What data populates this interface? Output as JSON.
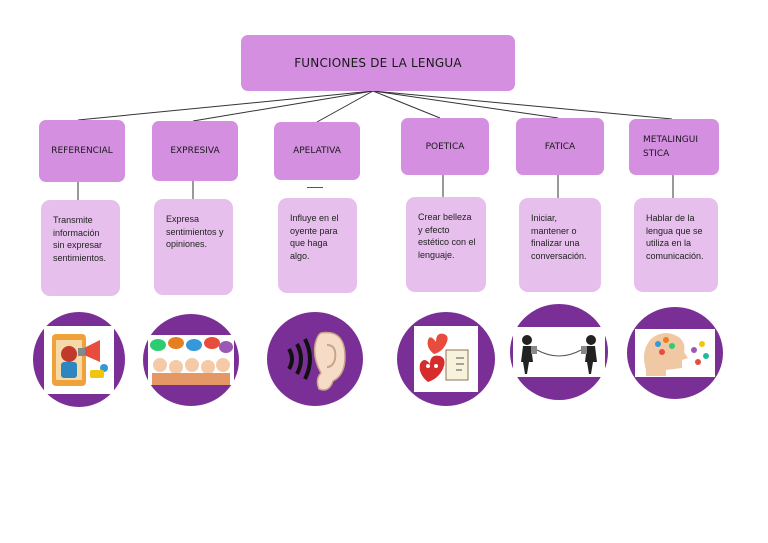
{
  "title": "FUNCIONES DE LA LENGUA",
  "functions": [
    {
      "name": "REFERENCIAL",
      "description": "Transmite información sin expresar sentimientos.",
      "icon": "megaphone-phone-icon"
    },
    {
      "name": "EXPRESIVA",
      "description": "Expresa sentimientos y opiniones.",
      "icon": "people-speech-bubbles-icon"
    },
    {
      "name": "APELATIVA",
      "description": "Influye en el oyente para que haga algo.",
      "icon": "ear-sound-icon"
    },
    {
      "name": "POETICA",
      "description": "Crear belleza y efecto estético con el lenguaje.",
      "icon": "heart-poem-icon"
    },
    {
      "name": "FATICA",
      "description": "Iniciar, mantener o finalizar una conversación.",
      "icon": "tin-can-phone-icon"
    },
    {
      "name": "METALINGUISTICA",
      "description": "Hablar de la lengua que se utiliza en la comunicación.",
      "icon": "head-words-icon"
    }
  ],
  "colors": {
    "title_box": "#d48fe0",
    "category_box": "#d48fe0",
    "description_box": "#e6bfec",
    "circle": "#7a2f96"
  }
}
